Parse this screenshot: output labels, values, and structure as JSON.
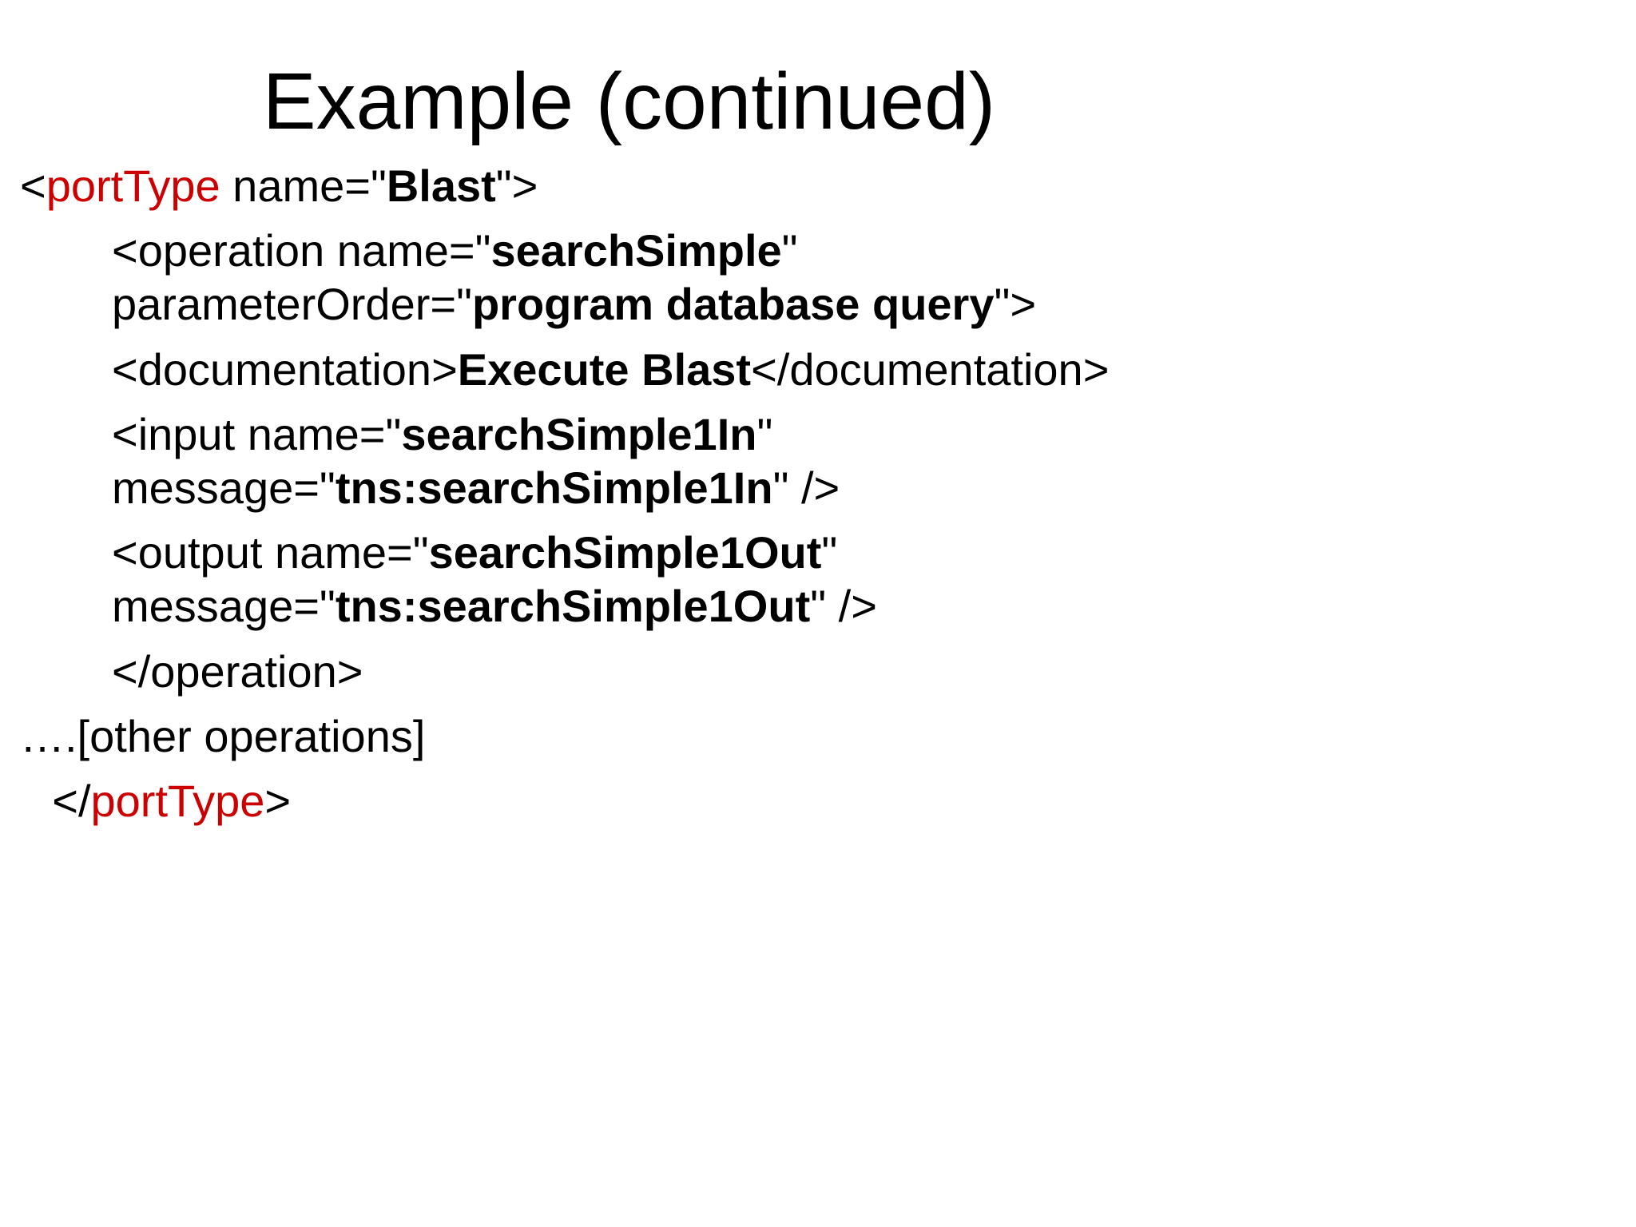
{
  "slide": {
    "title": "Example (continued)",
    "colors": {
      "background": "#ffffff",
      "text": "#000000",
      "accent_red": "#cc0000"
    },
    "code_lines": [
      {
        "indent": 0,
        "para": true,
        "segments": [
          {
            "text": "<"
          },
          {
            "text": "portType",
            "color": "red"
          },
          {
            "text": " name=\""
          },
          {
            "text": "Blast",
            "bold": true
          },
          {
            "text": "\">"
          }
        ]
      },
      {
        "indent": 1,
        "para": true,
        "segments": [
          {
            "text": "<operation name=\""
          },
          {
            "text": "searchSimple",
            "bold": true
          },
          {
            "text": "\""
          }
        ]
      },
      {
        "indent": 1,
        "para": false,
        "segments": [
          {
            "text": "parameterOrder=\""
          },
          {
            "text": "program database query",
            "bold": true
          },
          {
            "text": "\">"
          }
        ]
      },
      {
        "indent": 1,
        "para": true,
        "segments": [
          {
            "text": "<documentation>"
          },
          {
            "text": "Execute Blast",
            "bold": true
          },
          {
            "text": "</documentation>"
          }
        ]
      },
      {
        "indent": 1,
        "para": true,
        "segments": [
          {
            "text": "<input name=\""
          },
          {
            "text": "searchSimple1In",
            "bold": true
          },
          {
            "text": "\""
          }
        ]
      },
      {
        "indent": 1,
        "para": false,
        "segments": [
          {
            "text": "message=\""
          },
          {
            "text": "tns:searchSimple1In",
            "bold": true
          },
          {
            "text": "\" />"
          }
        ]
      },
      {
        "indent": 1,
        "para": true,
        "segments": [
          {
            "text": "<output name=\""
          },
          {
            "text": "searchSimple1Out",
            "bold": true
          },
          {
            "text": "\""
          }
        ]
      },
      {
        "indent": 1,
        "para": false,
        "segments": [
          {
            "text": "message=\""
          },
          {
            "text": "tns:searchSimple1Out",
            "bold": true
          },
          {
            "text": "\" />"
          }
        ]
      },
      {
        "indent": 1,
        "para": true,
        "segments": [
          {
            "text": "</operation>"
          }
        ]
      },
      {
        "indent": 0,
        "para": true,
        "segments": [
          {
            "text": "….[other operations]"
          }
        ]
      },
      {
        "indent": 0.35,
        "para": true,
        "segments": [
          {
            "text": "</"
          },
          {
            "text": "portType",
            "color": "red"
          },
          {
            "text": ">"
          }
        ]
      }
    ]
  }
}
